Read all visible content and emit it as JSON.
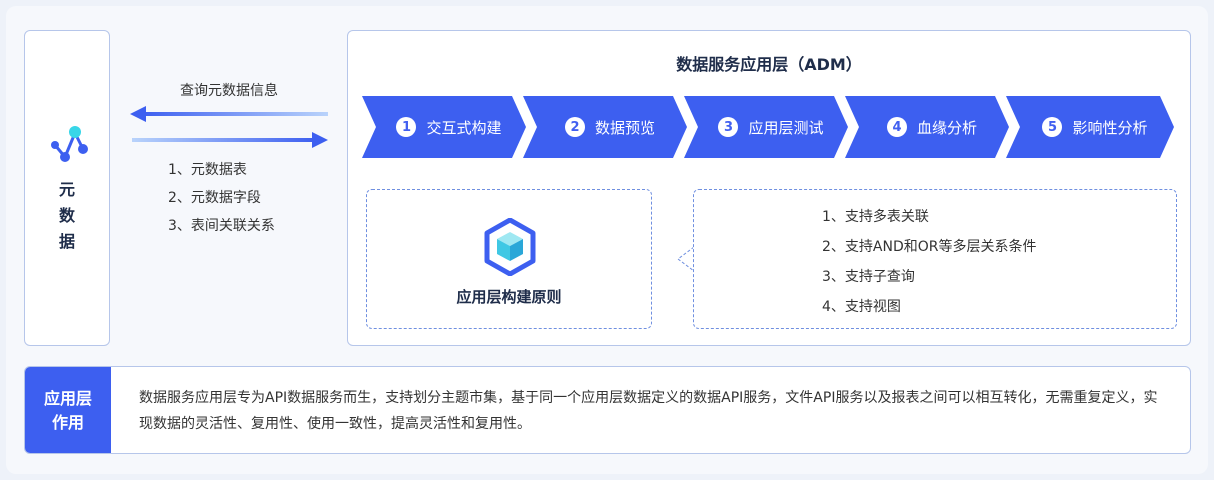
{
  "metadata_panel": {
    "title_lines": [
      "元",
      "数",
      "据"
    ],
    "icon": "graph-node-icon",
    "query_label": "查询元数据信息",
    "items": [
      "1、元数据表",
      "2、元数据字段",
      "3、表间关联关系"
    ]
  },
  "adm_panel": {
    "title": "数据服务应用层（ADM）",
    "steps": [
      {
        "num": "1",
        "label": "交互式构建"
      },
      {
        "num": "2",
        "label": "数据预览"
      },
      {
        "num": "3",
        "label": "应用层测试"
      },
      {
        "num": "4",
        "label": "血缘分析"
      },
      {
        "num": "5",
        "label": "影响性分析"
      }
    ],
    "principle": {
      "icon": "cube-icon",
      "label": "应用层构建原则"
    },
    "features": [
      "1、支持多表关联",
      "2、支持AND和OR等多层关系条件",
      "3、支持子查询",
      "4、支持视图"
    ]
  },
  "role_panel": {
    "tag_lines": [
      "应用层",
      "作用"
    ],
    "text": "数据服务应用层专为API数据服务而生，支持划分主题市集，基于同一个应用层数据定义的数据API服务，文件API服务以及报表之间可以相互转化，无需重复定义，实现数据的灵活性、复用性、使用一致性，提高灵活性和复用性。"
  },
  "colors": {
    "accent": "#3d5ff0",
    "border": "#b6c6ea"
  }
}
